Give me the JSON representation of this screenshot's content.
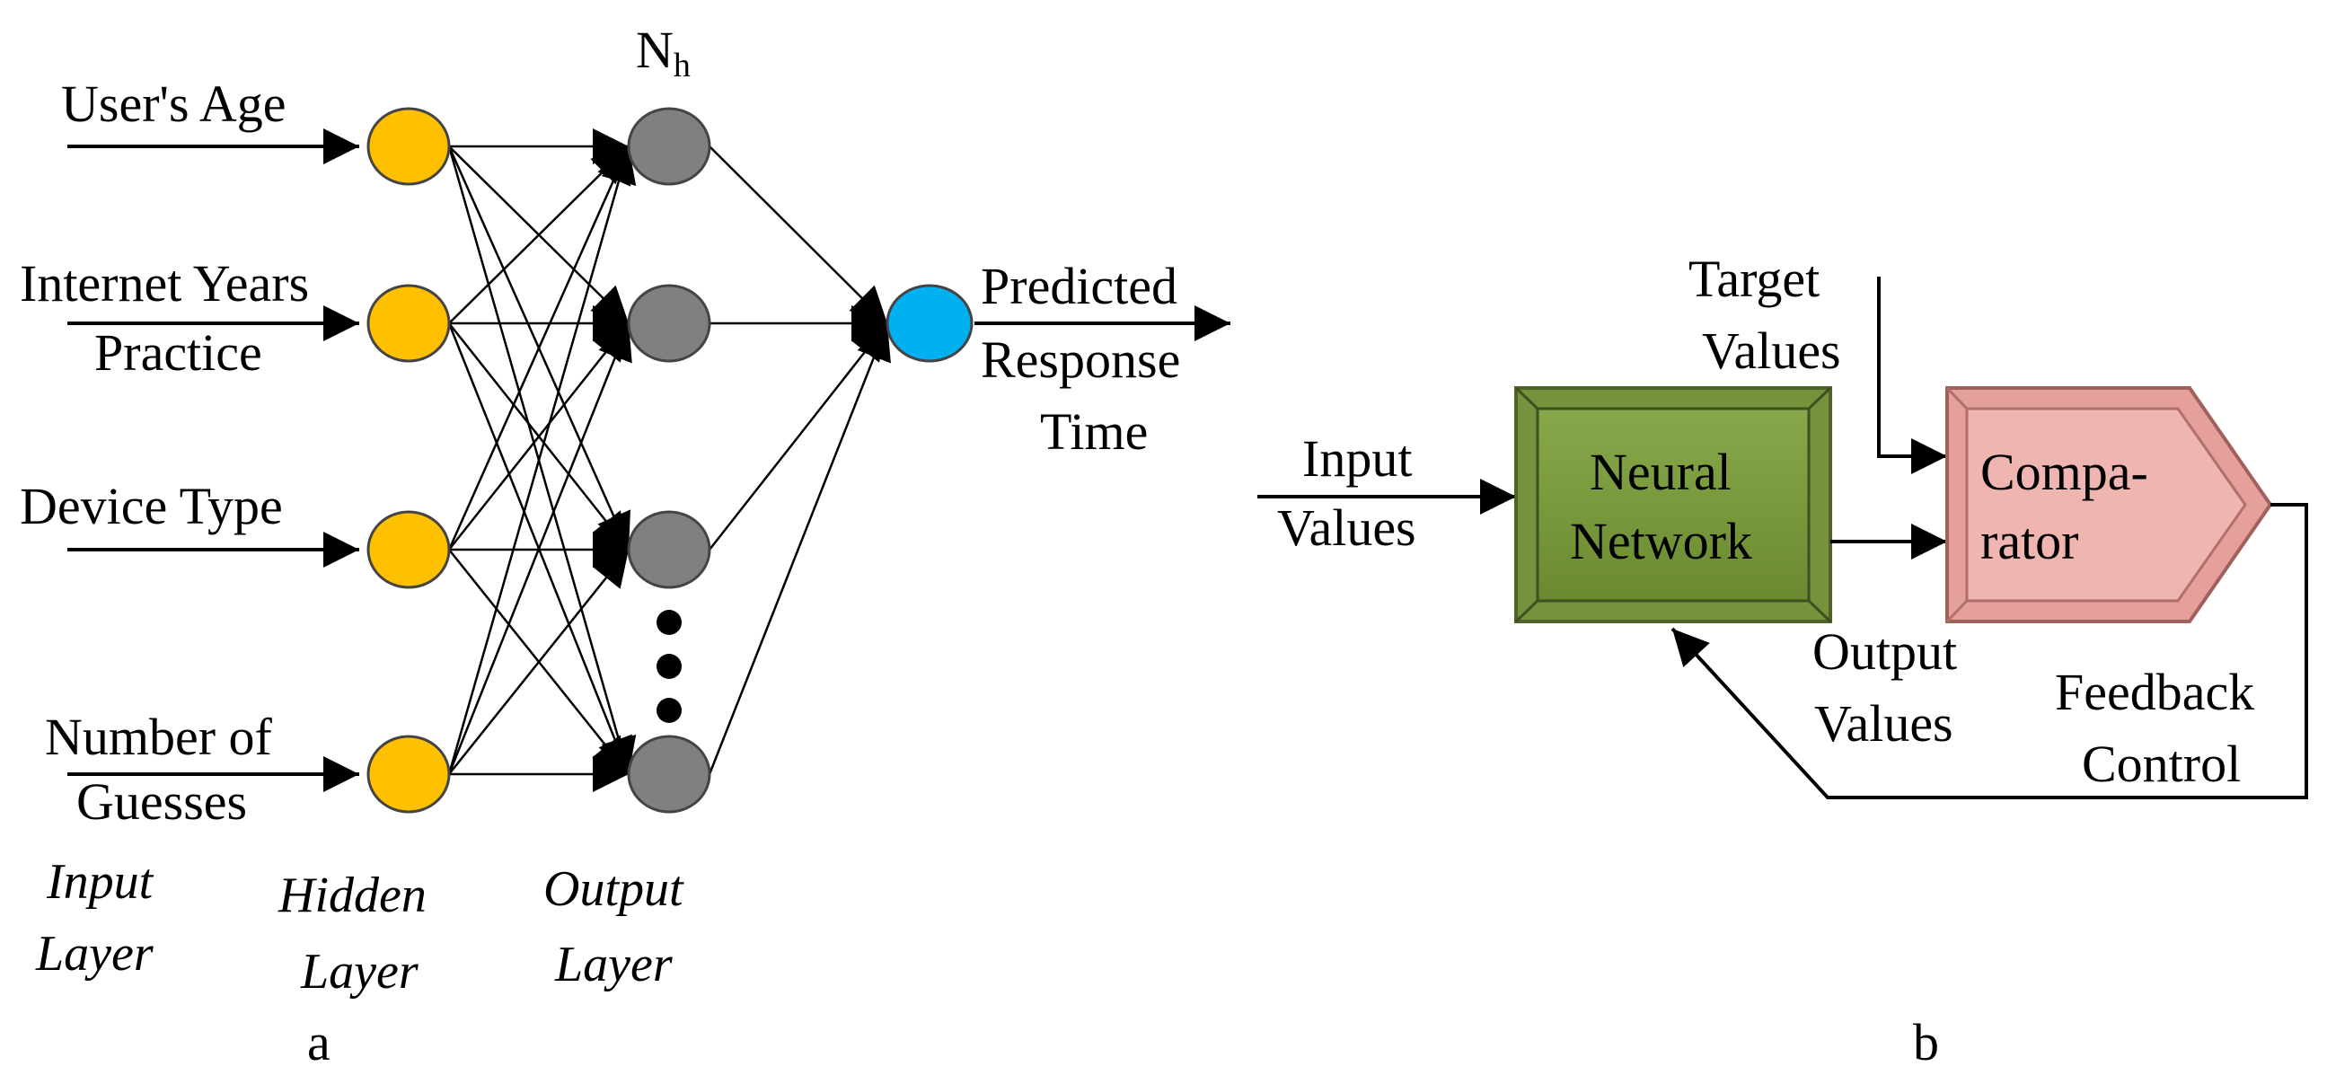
{
  "panel_a": {
    "inputs": {
      "users_age": "User's Age",
      "internet_years_1": "Internet Years",
      "internet_years_2": "Practice",
      "device_type": "Device Type",
      "num_guesses_1": "Number of",
      "num_guesses_2": "Guesses"
    },
    "hidden_count_label": "N",
    "hidden_count_sub": "h",
    "prediction": {
      "line1": "Predicted",
      "line2": "Response",
      "line3": "Time"
    },
    "layers": {
      "input_1": "Input",
      "input_2": "Layer",
      "hidden_1": "Hidden",
      "hidden_2": "Layer",
      "output_1": "Output",
      "output_2": "Layer"
    },
    "caption": "a",
    "colors": {
      "input_node": "#FFC000",
      "hidden_node": "#808080",
      "output_node": "#00B0F0"
    }
  },
  "panel_b": {
    "input_values_1": "Input",
    "input_values_2": "Values",
    "target_values_1": "Target",
    "target_values_2": "Values",
    "neural_network_1": "Neural",
    "neural_network_2": "Network",
    "comparator_1": "Compa-",
    "comparator_2": "rator",
    "output_values_1": "Output",
    "output_values_2": "Values",
    "feedback_1": "Feedback",
    "feedback_2": "Control",
    "caption": "b",
    "colors": {
      "neural_network_box": "#76923C",
      "comparator_box": "#E6A09C"
    }
  }
}
